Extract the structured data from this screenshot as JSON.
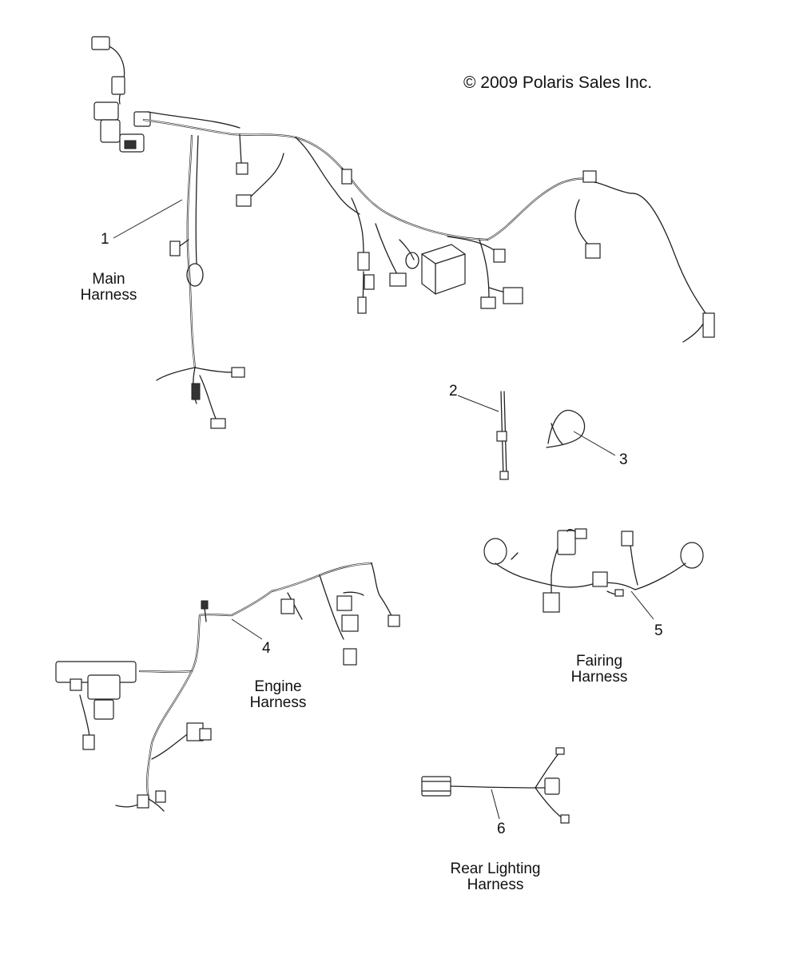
{
  "copyright": "© 2009 Polaris Sales Inc.",
  "labels": {
    "main_harness": [
      "Main",
      "Harness"
    ],
    "engine_harness": [
      "Engine",
      "Harness"
    ],
    "fairing_harness": [
      "Fairing",
      "Harness"
    ],
    "rear_lighting_harness": [
      "Rear Lighting",
      "Harness"
    ]
  },
  "callouts": [
    "1",
    "2",
    "3",
    "4",
    "5",
    "6"
  ],
  "colors": {
    "line": "#222222",
    "background": "#ffffff"
  }
}
